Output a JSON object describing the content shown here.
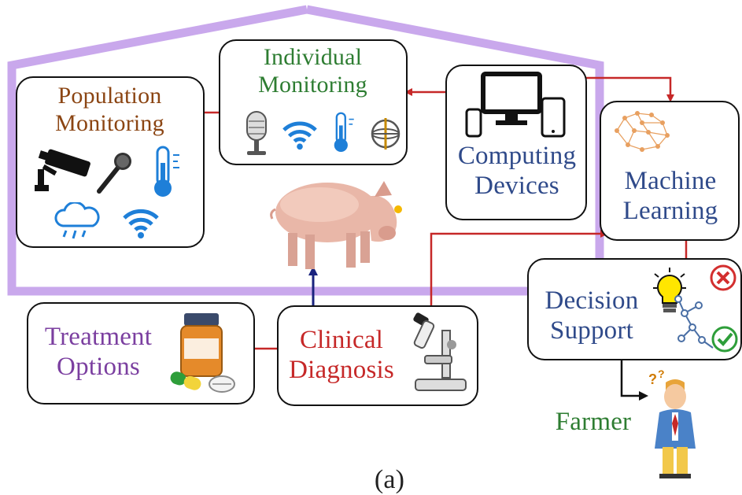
{
  "nodes": {
    "population": {
      "line1": "Population",
      "line2": "Monitoring",
      "color": "#8B4513"
    },
    "individual": {
      "line1": "Individual",
      "line2": "Monitoring",
      "color": "#2E7D32"
    },
    "computing": {
      "line1": "Computing",
      "line2": "Devices",
      "color": "#2F4A8A"
    },
    "machine": {
      "line1": "Machine",
      "line2": "Learning",
      "color": "#2F4A8A"
    },
    "decision": {
      "line1": "Decision",
      "line2": "Support",
      "color": "#2F4A8A"
    },
    "clinical": {
      "line1": "Clinical",
      "line2": "Diagnosis",
      "color": "#C62828"
    },
    "treatment": {
      "line1": "Treatment",
      "line2": "Options",
      "color": "#7B3FA0"
    },
    "farmer": {
      "label": "Farmer",
      "color": "#2E7D32"
    }
  },
  "caption": "(a)",
  "colors": {
    "house_outline": "#C9A8EC",
    "arrow_red": "#C62828",
    "arrow_blue": "#1A237E",
    "arrow_black": "#111111",
    "icon_blue": "#1E7FD8"
  },
  "icons": [
    "cctv-camera-icon",
    "microphone-icon",
    "thermometer-icon",
    "rain-cloud-icon",
    "wifi-icon",
    "studio-microphone-icon",
    "accelerometer-icon",
    "monitor-icon",
    "tablet-icon",
    "phone-icon",
    "brain-network-icon",
    "lightbulb-icon",
    "reject-icon",
    "approve-icon",
    "pig-icon",
    "microscope-icon",
    "medicine-bottle-icon",
    "pill-icon",
    "farmer-icon"
  ]
}
